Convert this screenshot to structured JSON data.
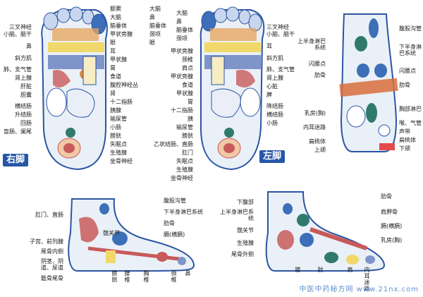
{
  "right_foot": {
    "tag": "右脚",
    "left_labels": [
      "三叉神经",
      "小脑、脑干",
      "鼻",
      "斜方肌",
      "肺、支气管",
      "肾上腺",
      "肝脏",
      "胆囊",
      "横结肠",
      "升结肠",
      "回肠",
      "盲肠、阑尾"
    ],
    "right_labels": [
      "额窦",
      "大脑",
      "脑垂体",
      "甲状旁腺",
      "眼",
      "耳",
      "甲状腺",
      "胃",
      "食道",
      "腹腔神经丛",
      "肾",
      "十二指肠",
      "胰腺",
      "输尿管",
      "小肠",
      "膀胱",
      "失眠点",
      "生殖腺",
      "坐骨神经"
    ],
    "top_labels": [
      "大脑",
      "鼻",
      "脑垂体",
      "颈项",
      "眼"
    ]
  },
  "left_foot": {
    "tag": "左脚",
    "left_labels": [
      "大脑",
      "鼻",
      "脑垂体",
      "颈项",
      "甲状旁腺",
      "颈椎",
      "肩点",
      "甲状旁腺",
      "食道",
      "甲状腺",
      "胃",
      "十二指肠",
      "胰",
      "输尿管",
      "膀胱",
      "乙状结肠、直肠",
      "肛门",
      "失眠点",
      "生殖腺",
      "坐骨神经"
    ],
    "right_labels": [
      "三叉神经",
      "小脑、脑干",
      "耳",
      "斜方肌",
      "肺、支气管",
      "肾上腺",
      "心脏",
      "脾",
      "降结肠",
      "横结肠",
      "小肠"
    ]
  },
  "dorsal": {
    "left_labels": [
      "上半身淋巴系统",
      "闪腰点",
      "肋骨",
      "乳房(胸)",
      "内耳迷路",
      "扁桃体",
      "上颌"
    ],
    "right_labels": [
      "腹股沟管",
      "下半身淋巴系统",
      "闪腰点",
      "肋骨",
      "胸部淋巴",
      "喉、气管",
      "声带",
      "扁桃体",
      "下颌"
    ]
  },
  "inner_side": {
    "left_labels": [
      "肛门、直肠",
      "子宫、前列腺",
      "尾骨内侧",
      "阴茎、阴道、尿道",
      "骶骨尾骨"
    ],
    "right_labels": [
      "腹股沟管",
      "下半身淋巴系统",
      "肋骨",
      "膈(横膈)"
    ],
    "inner_labels": [
      "髋关节"
    ],
    "bottom_labels": [
      "膀胱",
      "腰椎",
      "胸椎",
      "颈椎",
      "鼻"
    ]
  },
  "outer_side": {
    "left_labels": [
      "下腹部",
      "上半身淋巴系统",
      "髋关节",
      "生殖腺",
      "尾骨外侧"
    ],
    "right_labels": [
      "肋骨",
      "肩胛骨",
      "膈(横膈)",
      "乳房(胸)"
    ],
    "bottom_labels": [
      "膝",
      "肘",
      "肩",
      "内耳迷路"
    ]
  },
  "watermark": "中医中药秘方网  www.21nx.com",
  "colors": {
    "tag_bg": "#2657a6",
    "outline": "#2b55a3",
    "skin": "#eaf0f8",
    "red": "#c85a5a",
    "blue": "#3d6fb8",
    "orange": "#e08a3c",
    "teal": "#2f7a6d",
    "yellow": "#f1d86a"
  }
}
